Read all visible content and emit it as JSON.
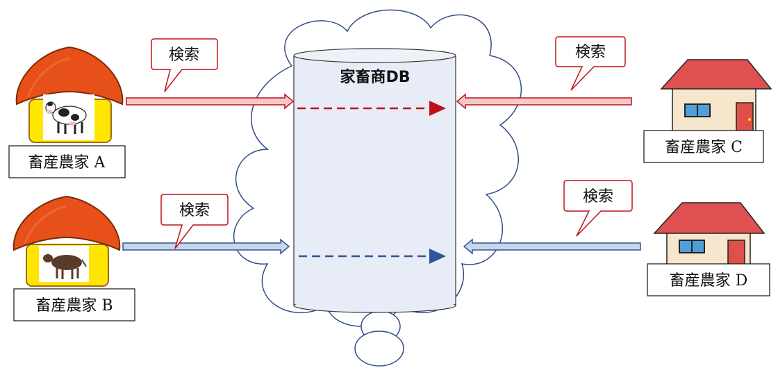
{
  "database": {
    "label": "家畜商DB"
  },
  "farms": {
    "a": {
      "label": "畜産農家 A"
    },
    "b": {
      "label": "畜産農家 B"
    },
    "c": {
      "label": "畜産農家 C"
    },
    "d": {
      "label": "畜産農家 D"
    }
  },
  "callouts": {
    "a": {
      "label": "検索"
    },
    "b": {
      "label": "検索"
    },
    "c": {
      "label": "検索"
    },
    "d": {
      "label": "検索"
    }
  },
  "icons": {
    "farm_a": "dairy-cow-icon",
    "farm_b": "beef-cattle-icon",
    "farm_c": "house-icon",
    "farm_d": "house-icon"
  },
  "colors": {
    "red_arrow": "#c0101a",
    "red_fill": "#f6c9c9",
    "blue_arrow": "#2f5597",
    "blue_fill": "#c9d6ea",
    "db_fill": "#e8ecf6",
    "cloud_stroke": "#2f4a8a",
    "hut_roof": "#e8501a",
    "hut_wall": "#ffe600",
    "house_roof": "#e05050",
    "house_wall": "#f5e6cc",
    "house_door": "#e0504a"
  }
}
